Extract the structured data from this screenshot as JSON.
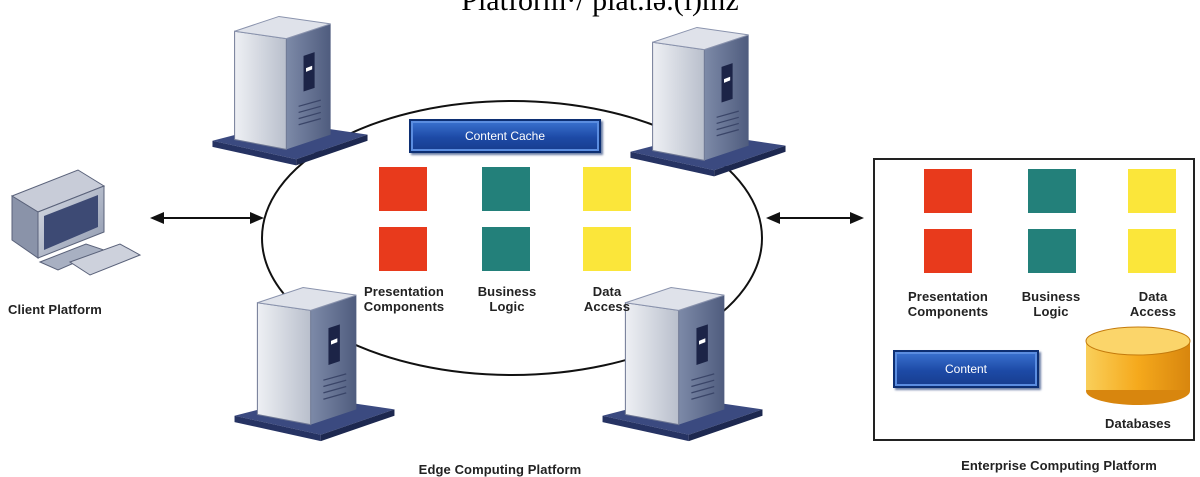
{
  "header": {
    "partial_title": "Platform·/ plat.iə.(i)mz"
  },
  "edge": {
    "cache_label": "Content Cache",
    "presentation_lines": [
      "Presentation",
      "Components"
    ],
    "business_lines": [
      "Business",
      "Logic"
    ],
    "data_lines": [
      "Data",
      "Access"
    ],
    "platform_label": "Edge Computing Platform"
  },
  "client": {
    "platform_label": "Client Platform"
  },
  "enterprise": {
    "presentation_lines": [
      "Presentation",
      "Components"
    ],
    "business_lines": [
      "Business",
      "Logic"
    ],
    "data_lines": [
      "Data",
      "Access"
    ],
    "content_label": "Content",
    "databases_label": "Databases",
    "platform_label": "Enterprise Computing Platform"
  },
  "colors": {
    "presentation": "#e83a1c",
    "business": "#23807a",
    "data": "#fbe63a",
    "button_blue": "#1d4aa6",
    "server_frame": "#3b4a80",
    "database": "#f5a91c"
  },
  "icons": [
    "server-icon",
    "desktop-computer-icon",
    "database-icon",
    "double-arrow-icon"
  ]
}
